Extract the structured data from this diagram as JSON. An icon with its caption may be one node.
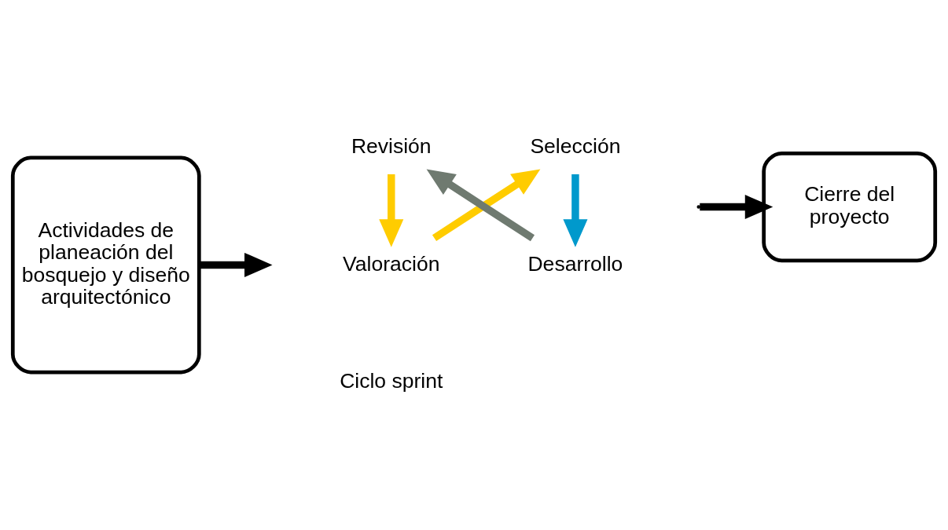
{
  "diagram": {
    "nodes": [
      {
        "text": [
          "Actividades de planeación del bosquejo y diseño arquitectónico"
        ]
      },
      {
        "text": [
          "Valoración"
        ]
      },
      {
        "text": [
          "Selección"
        ]
      },
      {
        "text": [
          "Desarrollo"
        ]
      },
      {
        "text": [
          "Revisión"
        ]
      },
      {
        "text": [
          "Cierre del proyecto"
        ]
      }
    ],
    "edges": [
      {
        "from": 0,
        "to": null,
        "arrow": "to"
      },
      {
        "from": 1,
        "to": 2,
        "arrow": "to",
        "color": "#ffcc00"
      },
      {
        "from": 2,
        "to": 3,
        "arrow": "to",
        "color": "#0099cc"
      },
      {
        "from": 3,
        "to": 4,
        "arrow": "to",
        "color": "#6f7a70"
      },
      {
        "from": 4,
        "to": 1,
        "arrow": "to",
        "color": "#ffcc00"
      },
      {
        "from": null,
        "to": 5,
        "arrow": "to"
      }
    ],
    "labels": [
      "Ciclo sprint"
    ]
  }
}
